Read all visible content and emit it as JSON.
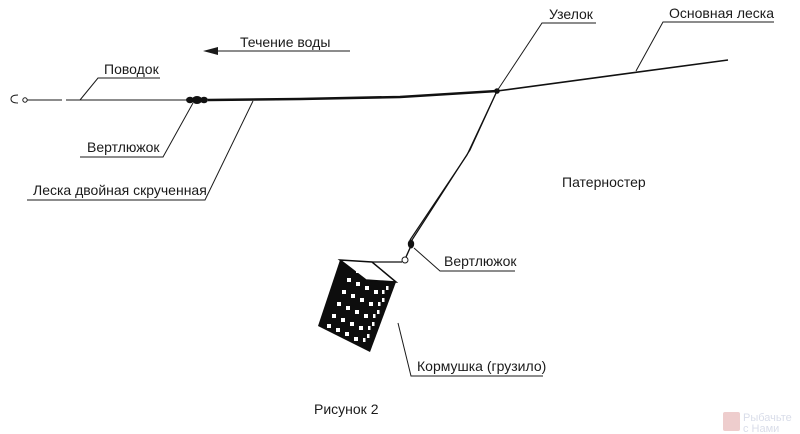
{
  "figure": {
    "caption": "Рисунок 2",
    "title": "Патерностер",
    "flow_label": "Течение воды",
    "labels": {
      "leader": "Поводок",
      "swivel_main": "Вертлюжок",
      "twisted_line": "Леска двойная скрученная",
      "knot": "Узелок",
      "main_line": "Основная леска",
      "swivel_feeder": "Вертлюжок",
      "feeder": "Кормушка (грузило)"
    }
  },
  "watermark": {
    "line1": "Рыбачьте",
    "line2": "с Нами"
  }
}
